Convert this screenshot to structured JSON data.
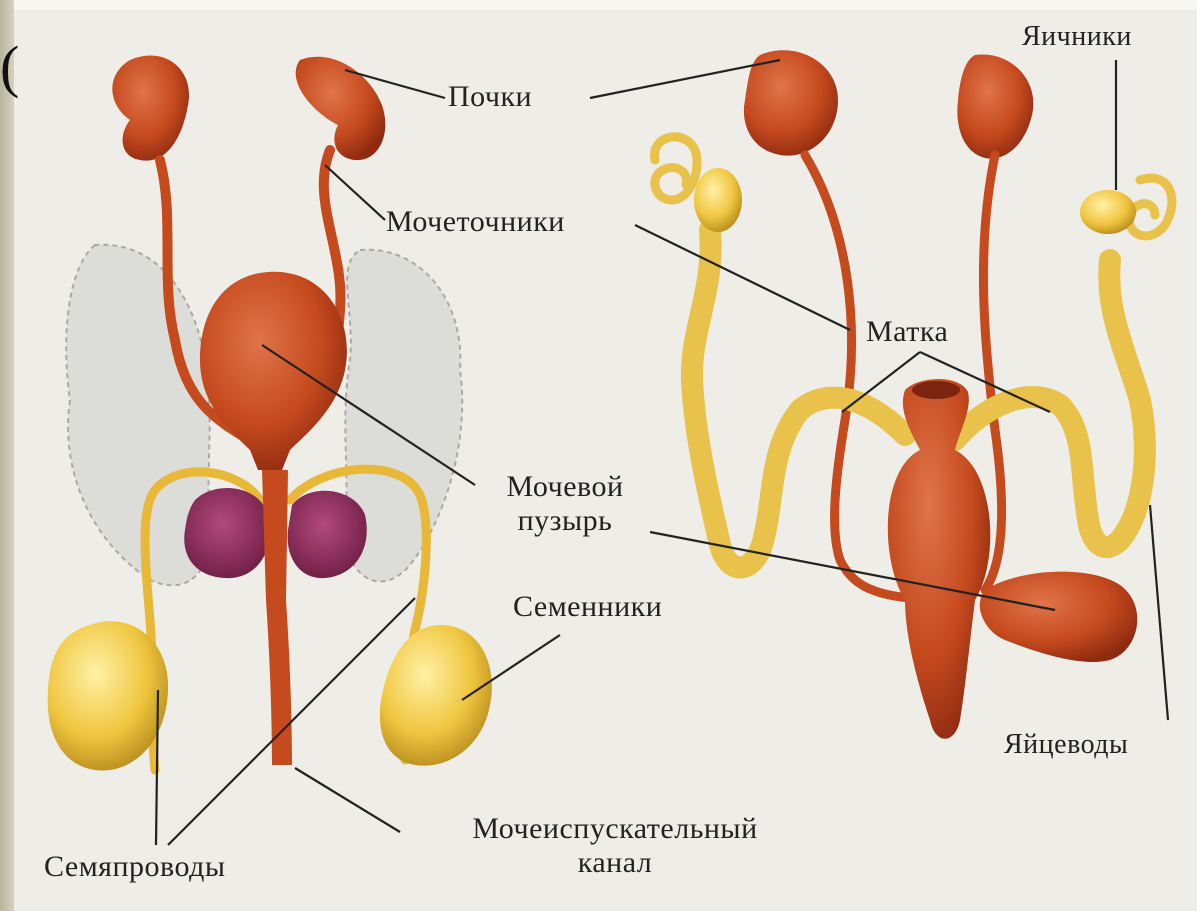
{
  "colors": {
    "background": "#eeede8",
    "organ_red": "#c54a1e",
    "organ_dark": "#9a2f12",
    "gland_yellow": "#f0c640",
    "prostate_purple": "#8e2f5e",
    "fat_gray": "#d9d9d6",
    "line": "#222222"
  },
  "cut_text": "(",
  "labels": {
    "kidneys": "Почки",
    "ureters": "Мочеточники",
    "bladder_line1": "Мочевой",
    "bladder_line2": "пузырь",
    "testes": "Семенники",
    "urethra_line1": "Мочеиспускательный",
    "urethra_line2": "канал",
    "vas_deferens": "Семяпроводы",
    "ovaries": "Яичники",
    "uterus": "Матка",
    "fallopian_tubes": "Яйцеводы"
  }
}
